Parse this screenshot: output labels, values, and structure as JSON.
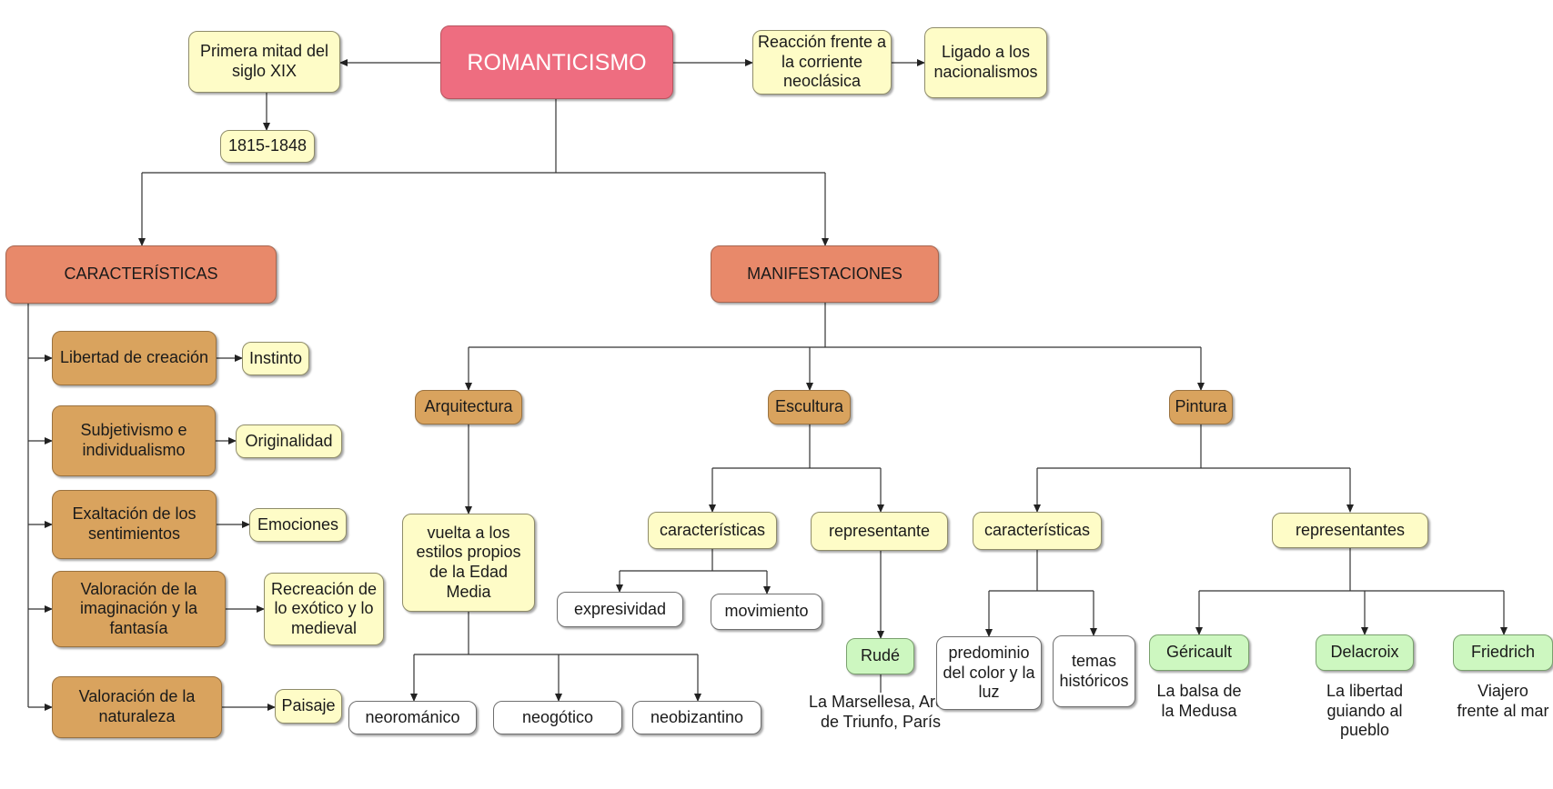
{
  "diagram": {
    "root": "ROMANTICISMO",
    "context": {
      "period": "Primera mitad del siglo XIX",
      "dates": "1815-1848",
      "reaction": "Reacción frente a la corriente neoclásica",
      "nationalism": "Ligado a los nacionalismos"
    },
    "caracteristicas": {
      "title": "CARACTERÍSTICAS",
      "items": [
        {
          "label": "Libertad de creación",
          "detail": "Instinto"
        },
        {
          "label": "Subjetivismo e individualismo",
          "detail": "Originalidad"
        },
        {
          "label": "Exaltación de los sentimientos",
          "detail": "Emociones"
        },
        {
          "label": "Valoración de la imaginación y la fantasía",
          "detail": "Recreación de lo exótico y lo medieval"
        },
        {
          "label": "Valoración de la naturaleza",
          "detail": "Paisaje"
        }
      ]
    },
    "manifestaciones": {
      "title": "MANIFESTACIONES",
      "arquitectura": {
        "title": "Arquitectura",
        "desc": "vuelta a los estilos propios de la Edad Media",
        "styles": [
          "neorománico",
          "neogótico",
          "neobizantino"
        ]
      },
      "escultura": {
        "title": "Escultura",
        "caracteristicas": "características",
        "traits": [
          "expresividad",
          "movimiento"
        ],
        "representante": "representante",
        "artist": "Rudé",
        "work": "La Marsellesa, Arco de Triunfo, París"
      },
      "pintura": {
        "title": "Pintura",
        "caracteristicas": "características",
        "traits": [
          "predominio del color y la luz",
          "temas históricos"
        ],
        "representantes": "representantes",
        "artists": [
          {
            "name": "Géricault",
            "work": "La balsa de la Medusa"
          },
          {
            "name": "Delacroix",
            "work": "La libertad guiando al pueblo"
          },
          {
            "name": "Friedrich",
            "work": "Viajero frente al mar"
          }
        ]
      }
    }
  }
}
